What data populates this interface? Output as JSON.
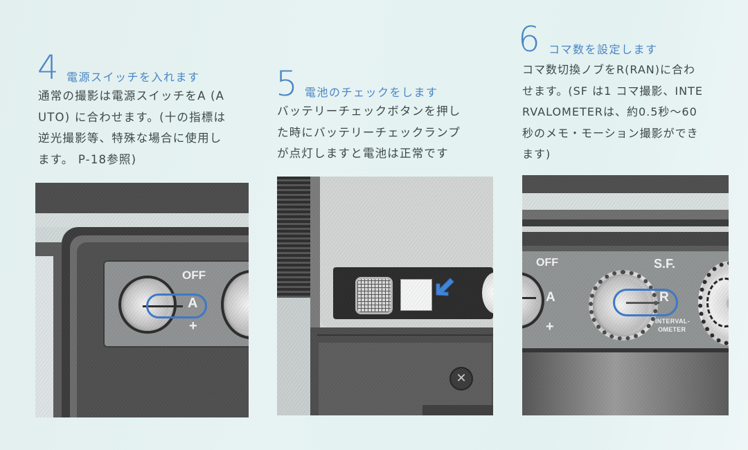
{
  "document": {
    "type": "camera instruction manual page",
    "accent_color": "#4a85c4",
    "background_color": "#e4f1f0"
  },
  "steps": [
    {
      "number": "4",
      "title": "電源スイッチを入れます",
      "body_lines": [
        "通常の撮影は電源スイッチをA (A",
        "UTO) に合わせます。(十の指標は",
        "逆光撮影等、特殊な場合に使用し",
        "ます。 P-18参照)"
      ],
      "photo": {
        "description": "power switch knob set to A",
        "labels": {
          "off": "OFF",
          "auto": "A",
          "plus": "+"
        },
        "highlight_color": "#3b78c9"
      }
    },
    {
      "number": "5",
      "title": "電池のチェックをします",
      "body_lines": [
        "バッテリーチェックボタンを押し",
        "た時にバッテリーチェックランプ",
        "が点灯しますと電池は正常です"
      ],
      "photo": {
        "description": "battery check button and lamp with blue arrow",
        "arrow_color": "#3f86d6"
      }
    },
    {
      "number": "6",
      "title": "コマ数を設定します",
      "body_lines": [
        "コマ数切換ノブをR(RAN)に合わ",
        "せます。(SF は1 コマ撮影、INTE",
        "RVALOMETERは、約0.5秒〜60",
        "秒のメモ・モーション撮影ができ",
        "ます)"
      ],
      "photo": {
        "description": "frame rate selector knob set to R",
        "labels": {
          "off": "OFF",
          "auto": "A",
          "plus": "+",
          "sf": "S.F.",
          "run": "R",
          "interval_1": "INTERVAL-",
          "interval_2": "OMETER"
        },
        "highlight_color": "#3b78c9"
      }
    }
  ]
}
